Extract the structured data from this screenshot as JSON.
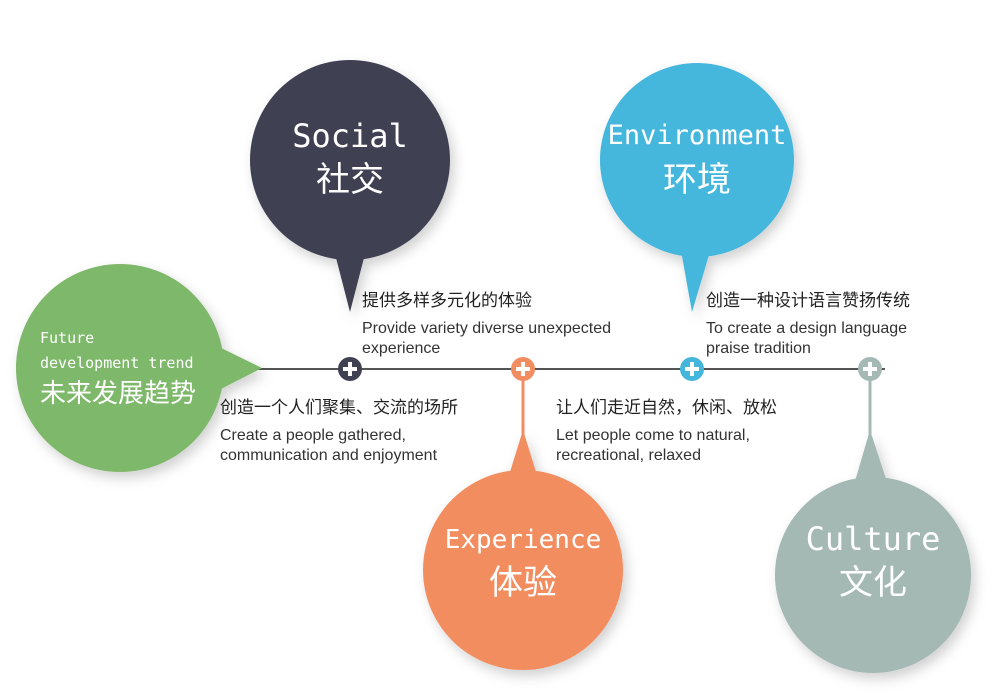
{
  "colors": {
    "social": "#3f4052",
    "environment": "#44b6dc",
    "future": "#7eb86b",
    "experience": "#f28d61",
    "culture": "#a4b8b4",
    "line": "#555555"
  },
  "nodes": {
    "future": {
      "en": "Future\ndevelopment trend",
      "cn": "未来发展趋势"
    },
    "social": {
      "en": "Social",
      "cn": "社交"
    },
    "environment": {
      "en": "Environment",
      "cn": "环境"
    },
    "experience": {
      "en": "Experience",
      "cn": "体验"
    },
    "culture": {
      "en": "Culture",
      "cn": "文化"
    }
  },
  "descriptions": {
    "social": {
      "cn": "提供多样多元化的体验",
      "en": "Provide variety diverse unexpected\nexperience"
    },
    "environment": {
      "cn": "创造一种设计语言赞扬传统",
      "en": "To create a design language\npraise tradition"
    },
    "experience": {
      "cn": "创造一个人们聚集、交流的场所",
      "en": "Create a people gathered,\ncommunication and enjoyment"
    },
    "culture": {
      "cn": "让人们走近自然，休闲、放松",
      "en": "Let people come to natural,\nrecreational, relaxed"
    }
  }
}
